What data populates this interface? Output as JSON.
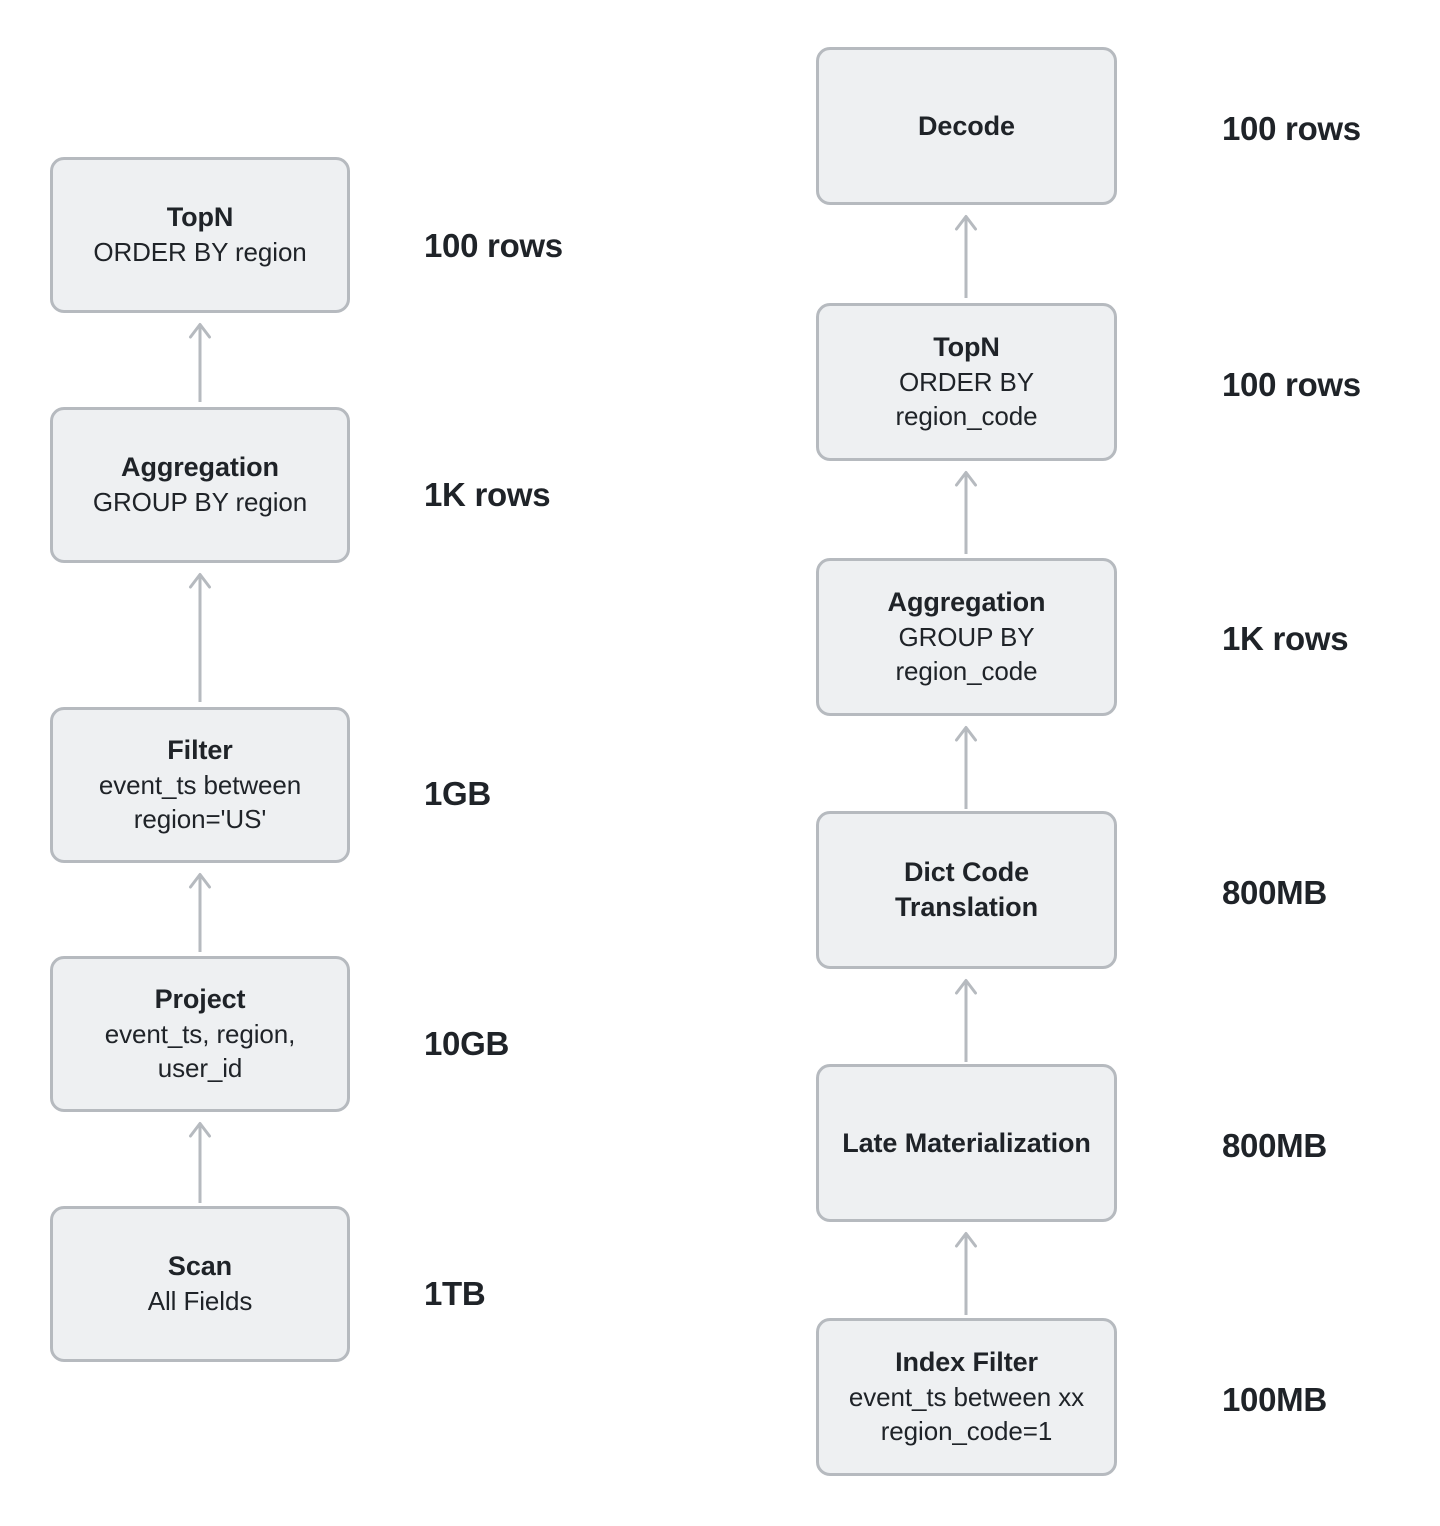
{
  "diagram": {
    "type": "query-plan-comparison",
    "pipelines": [
      {
        "name": "baseline-plan",
        "column": "left",
        "nodes": [
          {
            "id": "topn",
            "title": "TopN",
            "subtitle": "ORDER BY region",
            "metric": "100 rows"
          },
          {
            "id": "aggregation",
            "title": "Aggregation",
            "subtitle": "GROUP BY region",
            "metric": "1K rows"
          },
          {
            "id": "filter",
            "title": "Filter",
            "subtitle": "event_ts between\nregion='US'",
            "metric": "1GB"
          },
          {
            "id": "project",
            "title": "Project",
            "subtitle": "event_ts, region,\nuser_id",
            "metric": "10GB"
          },
          {
            "id": "scan",
            "title": "Scan",
            "subtitle": "All Fields",
            "metric": "1TB"
          }
        ]
      },
      {
        "name": "optimized-plan",
        "column": "right",
        "nodes": [
          {
            "id": "decode",
            "title": "Decode",
            "subtitle": "",
            "metric": "100 rows"
          },
          {
            "id": "topn",
            "title": "TopN",
            "subtitle": "ORDER BY\nregion_code",
            "metric": "100 rows"
          },
          {
            "id": "aggregation",
            "title": "Aggregation",
            "subtitle": "GROUP BY\nregion_code",
            "metric": "1K rows"
          },
          {
            "id": "dict-code-translation",
            "title": "Dict Code\nTranslation",
            "subtitle": "",
            "metric": "800MB"
          },
          {
            "id": "late-materialization",
            "title": "Late Materialization",
            "subtitle": "",
            "metric": "800MB"
          },
          {
            "id": "index-filter",
            "title": "Index Filter",
            "subtitle": "event_ts between xx\nregion_code=1",
            "metric": "100MB"
          }
        ]
      }
    ],
    "colors": {
      "node_fill": "#eef0f2",
      "node_border": "#b6babf",
      "text": "#1f2328",
      "arrow": "#b6babf",
      "background": "#ffffff"
    },
    "edge_direction": "upward"
  }
}
